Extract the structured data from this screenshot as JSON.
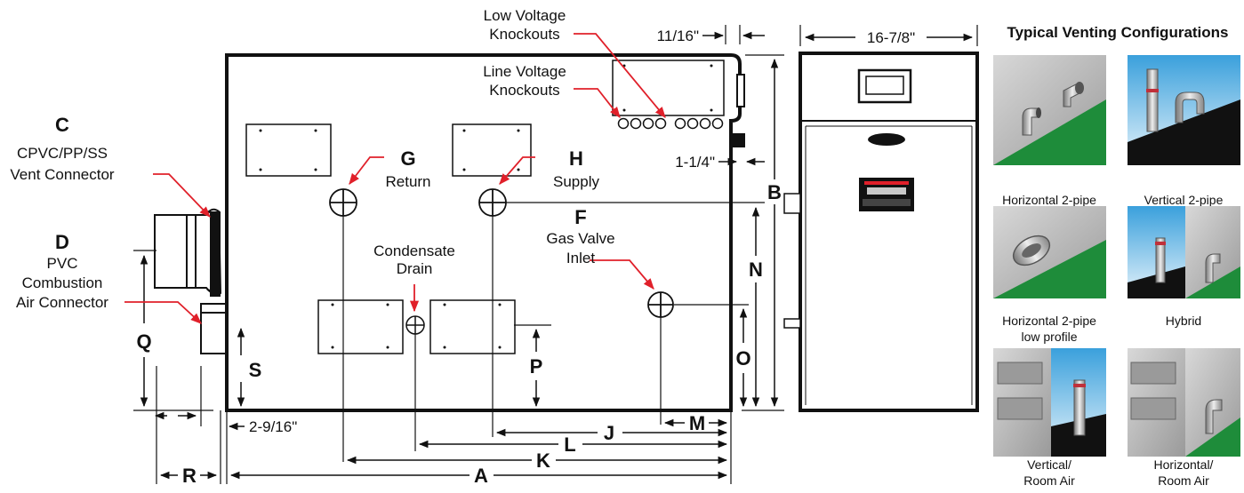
{
  "diagram": {
    "vent_title": "Typical Venting Configurations",
    "vent_captions": {
      "horizontal_2pipe": "Horizontal 2-pipe",
      "vertical_2pipe": "Vertical 2-pipe",
      "horizontal_low_1": "Horizontal 2-pipe",
      "horizontal_low_2": "low profile",
      "hybrid": "Hybrid",
      "vertical_room_1": "Vertical/",
      "vertical_room_2": "Room Air",
      "horizontal_room_1": "Horizontal/",
      "horizontal_room_2": "Room Air"
    },
    "labels": {
      "low_voltage_1": "Low Voltage",
      "low_voltage_2": "Knockouts",
      "line_voltage_1": "Line Voltage",
      "line_voltage_2": "Knockouts",
      "c_letter": "C",
      "c_text_1": "CPVC/PP/SS",
      "c_text_2": "Vent Connector",
      "d_letter": "D",
      "d_text_1": "PVC",
      "d_text_2": "Combustion",
      "d_text_3": "Air Connector",
      "g_letter": "G",
      "g_text": "Return",
      "h_letter": "H",
      "h_text": "Supply",
      "f_letter": "F",
      "f_text_1": "Gas Valve",
      "f_text_2": "Inlet",
      "cond_1": "Condensate",
      "cond_2": "Drain"
    },
    "dimensions": {
      "top_offset": "11/16\"",
      "side_width": "16-7/8\"",
      "side_offset": "1-1/4\"",
      "left_offset": "2-9/16\"",
      "A": "A",
      "B": "B",
      "J": "J",
      "K": "K",
      "L": "L",
      "M": "M",
      "N": "N",
      "O": "O",
      "P": "P",
      "Q": "Q",
      "R": "R",
      "S": "S"
    },
    "colors": {
      "callout_red": "#e0202a",
      "outline": "#111111",
      "roof_green": "#1e8c3a",
      "sky_blue": "#5bb5e6"
    }
  }
}
